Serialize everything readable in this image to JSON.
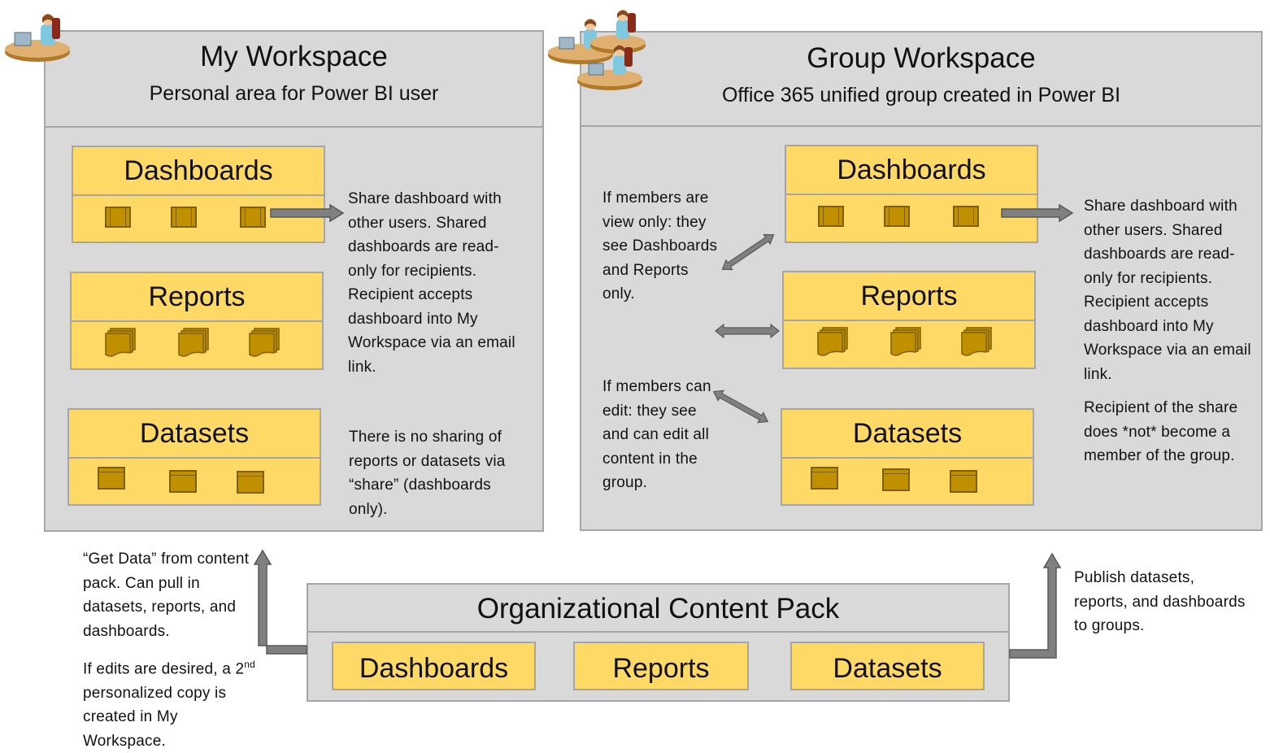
{
  "my_workspace": {
    "title": "My Workspace",
    "subtitle": "Personal area for Power BI user",
    "dashboards_label": "Dashboards",
    "reports_label": "Reports",
    "datasets_label": "Datasets",
    "share_note": "Share dashboard with other users. Shared dashboards are read-only for recipients. Recipient accepts dashboard into My Workspace via an email link.",
    "no_sharing_note": "There is no sharing of reports or datasets via “share” (dashboards only)."
  },
  "group_workspace": {
    "title": "Group Workspace",
    "subtitle": "Office 365 unified group created in Power BI",
    "dashboards_label": "Dashboards",
    "reports_label": "Reports",
    "datasets_label": "Datasets",
    "view_only_note": "If members are view only: they see Dashboards and Reports only.",
    "edit_note": "If members can edit: they see and can edit all content in the group.",
    "share_note": "Share dashboard with other users. Shared dashboards are read-only for recipients. Recipient accepts dashboard into My Workspace via an email link.",
    "not_member_note": "Recipient of the share does *not* become a member of the group."
  },
  "content_pack": {
    "title": "Organizational Content Pack",
    "dashboards_label": "Dashboards",
    "reports_label": "Reports",
    "datasets_label": "Datasets"
  },
  "notes": {
    "get_data": "“Get Data” from content pack. Can pull in datasets, reports, and dashboards.",
    "edits_pre": "If edits are desired, a 2",
    "edits_sup": "nd",
    "edits_post": " personalized copy is created in My Workspace.",
    "publish": "Publish datasets, reports, and dashboards to groups."
  },
  "colors": {
    "panel_fill": "#d9d9d9",
    "panel_border": "#a6a6a6",
    "box_fill": "#ffd966",
    "icon_fill": "#c09000",
    "arrow_fill": "#808080"
  },
  "icons": [
    "person-at-desk-icon",
    "group-at-desks-icon",
    "dashboard-tile-icon",
    "report-stack-icon",
    "dataset-icon"
  ]
}
